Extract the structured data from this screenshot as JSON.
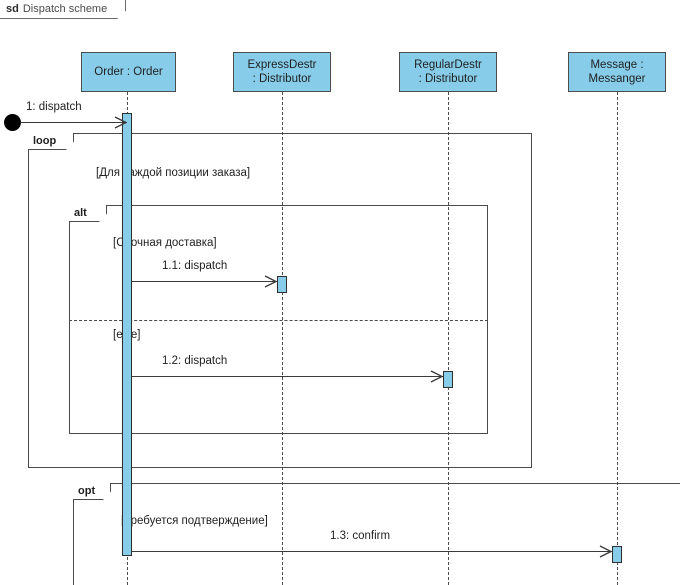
{
  "diagram": {
    "kind_keyword": "sd",
    "title": "Dispatch scheme",
    "type": "uml-sequence-diagram",
    "colors": {
      "lifeline_fill": "#87cdea",
      "activation_fill": "#87cdea",
      "border": "#4a4a4a",
      "text": "#1f1f1f",
      "found_node": "#000000"
    }
  },
  "lifelines": [
    {
      "id": "order",
      "line1": "Order : Order",
      "line2": ""
    },
    {
      "id": "expressdestr",
      "line1": "ExpressDestr",
      "line2": ": Distributor"
    },
    {
      "id": "regulardestr",
      "line1": "RegularDestr",
      "line2": ": Distributor"
    },
    {
      "id": "messenger",
      "line1": "Message :",
      "line2": "Messanger"
    }
  ],
  "fragments": [
    {
      "id": "loop",
      "operator": "loop"
    },
    {
      "id": "alt",
      "operator": "alt"
    },
    {
      "id": "opt",
      "operator": "opt"
    }
  ],
  "guards": [
    {
      "id": "loop-guard",
      "text": "[Для каждой позиции заказа]"
    },
    {
      "id": "alt-guard-1",
      "text": "[Срочная доставка]"
    },
    {
      "id": "alt-guard-else",
      "text": "[else]"
    },
    {
      "id": "opt-guard",
      "text": "[Требуется подтверждение]"
    }
  ],
  "messages": [
    {
      "id": "m1",
      "label": "1: dispatch",
      "from": "found",
      "to": "order"
    },
    {
      "id": "m1_1",
      "label": "1.1: dispatch",
      "from": "order",
      "to": "expressdestr"
    },
    {
      "id": "m1_2",
      "label": "1.2: dispatch",
      "from": "order",
      "to": "regulardestr"
    },
    {
      "id": "m1_3",
      "label": "1.3: confirm",
      "from": "order",
      "to": "messenger"
    }
  ]
}
